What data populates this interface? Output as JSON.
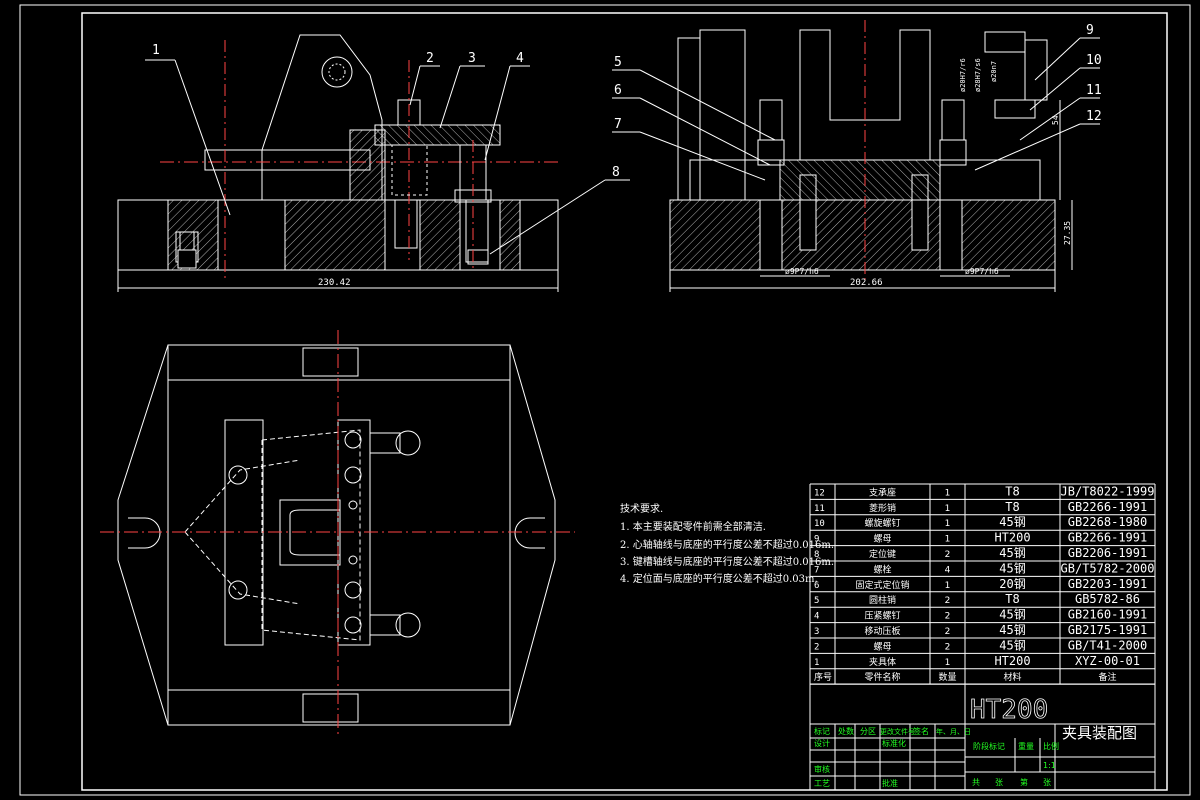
{
  "drawing": {
    "title": "夹具装配图",
    "material_large": "HT200",
    "scale": "1:1",
    "front_view": {
      "width_dim": "230.42"
    },
    "side_view": {
      "width_dim": "202.66",
      "height_dims": [
        "27.35",
        "54"
      ],
      "fit_left": "ø9P7/h6",
      "fit_right": "ø9P7/h6",
      "vertical_fits": [
        "ø20H7/r6",
        "ø28H7/s6",
        "ø20n7"
      ]
    },
    "callouts_front": [
      "1",
      "2",
      "3",
      "4",
      "8"
    ],
    "callouts_side": [
      "5",
      "6",
      "7",
      "9",
      "10",
      "11",
      "12"
    ]
  },
  "notes": {
    "heading": "技术要求.",
    "items": [
      "1. 本主要装配零件前需全部清洁.",
      "2. 心轴轴线与底座的平行度公差不超过0.016m.",
      "3. 键槽轴线与底座的平行度公差不超过0.016m.",
      "4. 定位面与底座的平行度公差不超过0.03m."
    ]
  },
  "bom": {
    "rows": [
      [
        "12",
        "支承座",
        "1",
        "T8",
        "JB/T8022-1999"
      ],
      [
        "11",
        "菱形销",
        "1",
        "T8",
        "GB2266-1991"
      ],
      [
        "10",
        "螺旋螺钉",
        "1",
        "45钢",
        "GB2268-1980"
      ],
      [
        "9",
        "螺母",
        "1",
        "HT200",
        "GB2266-1991"
      ],
      [
        "8",
        "定位键",
        "2",
        "45钢",
        "GB2206-1991"
      ],
      [
        "7",
        "螺栓",
        "4",
        "45钢",
        "GB/T5782-2000"
      ],
      [
        "6",
        "固定式定位销",
        "1",
        "20钢",
        "GB2203-1991"
      ],
      [
        "5",
        "圆柱销",
        "2",
        "T8",
        "GB5782-86"
      ],
      [
        "4",
        "压紧螺钉",
        "2",
        "45钢",
        "GB2160-1991"
      ],
      [
        "3",
        "移动压板",
        "2",
        "45钢",
        "GB2175-1991"
      ],
      [
        "2",
        "螺母",
        "2",
        "45钢",
        "GB/T41-2000"
      ],
      [
        "1",
        "夹具体",
        "1",
        "HT200",
        "XYZ-00-01"
      ]
    ],
    "header": [
      "序号",
      "零件名称",
      "数量",
      "材料",
      "备注"
    ]
  },
  "title_block": {
    "row1": [
      "标记",
      "处数",
      "分区",
      "更改文件号",
      "签名",
      "年、月、日"
    ],
    "design": "设计",
    "standard": "标准化",
    "audit": "审核",
    "process": "工艺",
    "approve": "批准",
    "stage_mark": "阶段标记",
    "weight": "重量",
    "ratio": "比例",
    "sheets": [
      "共",
      "张",
      "第",
      "张"
    ]
  }
}
